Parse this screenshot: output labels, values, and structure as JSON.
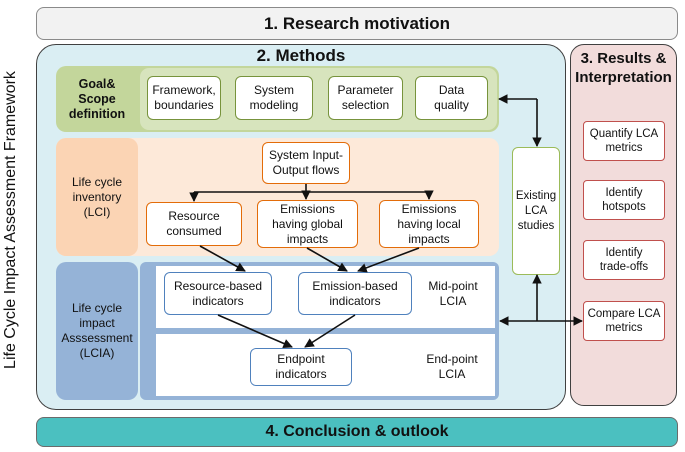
{
  "framework_title": "Life Cycle Impact Assessment Framework",
  "sections": {
    "research_motivation": "1. Research motivation",
    "methods": "2. Methods",
    "results_line1": "3. Results &",
    "results_line2": "Interpretation",
    "conclusion": "4. Conclusion & outlook"
  },
  "goal_scope": {
    "label_line1": "Goal&",
    "label_line2": "Scope",
    "label_line3": "definition",
    "items": [
      {
        "line1": "Framework,",
        "line2": "boundaries"
      },
      {
        "line1": "System",
        "line2": "modeling"
      },
      {
        "line1": "Parameter",
        "line2": "selection"
      },
      {
        "line1": "Data",
        "line2": "quality"
      }
    ]
  },
  "lci": {
    "label_line1": "Life cycle",
    "label_line2": "inventory",
    "label_line3": "(LCI)",
    "io_line1": "System Input-",
    "io_line2": "Output flows",
    "outputs": [
      {
        "line1": "Resource",
        "line2": "consumed",
        "line3": ""
      },
      {
        "line1": "Emissions",
        "line2": "having global",
        "line3": "impacts"
      },
      {
        "line1": "Emissions",
        "line2": "having local",
        "line3": "impacts"
      }
    ]
  },
  "lcia": {
    "label_line1": "Life cycle",
    "label_line2": "impact",
    "label_line3": "Asssessment",
    "label_line4": "(LCIA)",
    "resource_line1": "Resource-based",
    "resource_line2": "indicators",
    "emission_line1": "Emission-based",
    "emission_line2": "indicators",
    "midpoint_line1": "Mid-point",
    "midpoint_line2": "LCIA",
    "endpoint_box_line1": "Endpoint",
    "endpoint_box_line2": "indicators",
    "endpoint_line1": "End-point",
    "endpoint_line2": "LCIA"
  },
  "existing": {
    "line1": "Existing",
    "line2": "LCA",
    "line3": "studies"
  },
  "results": [
    {
      "line1": "Quantify LCA",
      "line2": "metrics"
    },
    {
      "line1": "Identify",
      "line2": "hotspots"
    },
    {
      "line1": "Identify",
      "line2": "trade-offs"
    },
    {
      "line1": "Compare LCA",
      "line2": "metrics"
    }
  ]
}
